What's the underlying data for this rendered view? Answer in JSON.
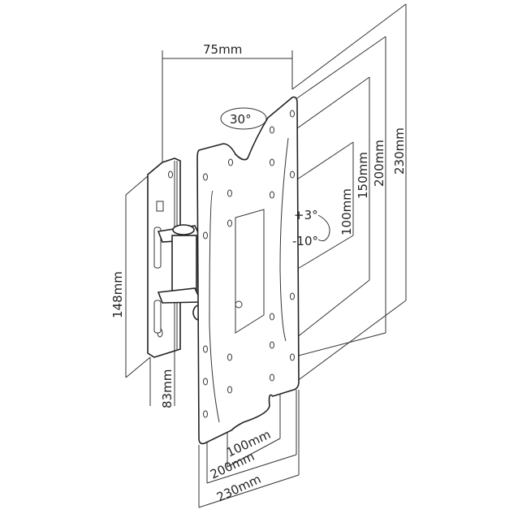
{
  "dimensions": {
    "bracket_depth_top": "75mm",
    "swivel": "30°",
    "tilt_up": "+3°",
    "tilt_down": "-10°",
    "vertical_100": "100mm",
    "vertical_150": "150mm",
    "vertical_200": "200mm",
    "vertical_230": "230mm",
    "wall_plate_height": "148mm",
    "wall_plate_depth": "83mm",
    "horizontal_100": "100mm",
    "horizontal_200": "200mm",
    "horizontal_230": "230mm"
  }
}
